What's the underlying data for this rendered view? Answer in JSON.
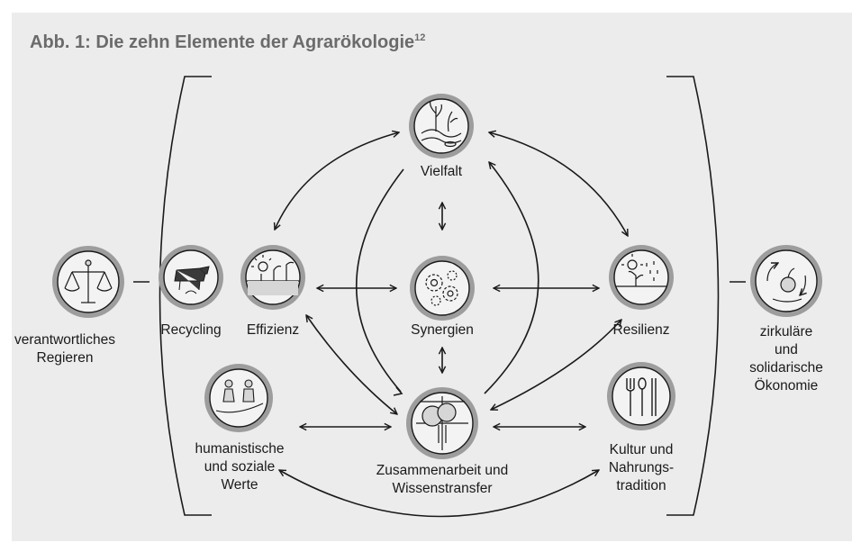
{
  "title": {
    "main": "Abb. 1: Die zehn Elemente der Agrarökologie",
    "sup": "12"
  },
  "elements": {
    "vielfalt": {
      "label": "Vielfalt",
      "icon": "diversity-icon"
    },
    "synergien": {
      "label": "Synergien",
      "icon": "gears-icon"
    },
    "zusammenarbeit": {
      "label": "Zusammenarbeit und\nWissenstransfer",
      "icon": "tree-puzzle-icon"
    },
    "recycling": {
      "label": "Recycling",
      "icon": "cow-icon"
    },
    "effizienz": {
      "label": "Effizienz",
      "icon": "sun-seedlings-icon"
    },
    "resilienz": {
      "label": "Resilienz",
      "icon": "sun-rain-plant-icon"
    },
    "werte": {
      "label": "humanistische\nund soziale\nWerte",
      "icon": "people-hand-icon"
    },
    "kultur": {
      "label": "Kultur und\nNahrungs-\ntradition",
      "icon": "cutlery-icon"
    },
    "regieren": {
      "label": "verantwortliches\nRegieren",
      "icon": "scales-icon"
    },
    "oekonomie": {
      "label": "zirkuläre und\nsolidarische\nÖkonomie",
      "icon": "apple-cycle-icon"
    }
  },
  "colors": {
    "panel": "#ececec",
    "ring": "#9d9d9d",
    "icon_fill": "#f3f3f3",
    "line": "#1a1a1a",
    "title": "#6b6b6b"
  }
}
